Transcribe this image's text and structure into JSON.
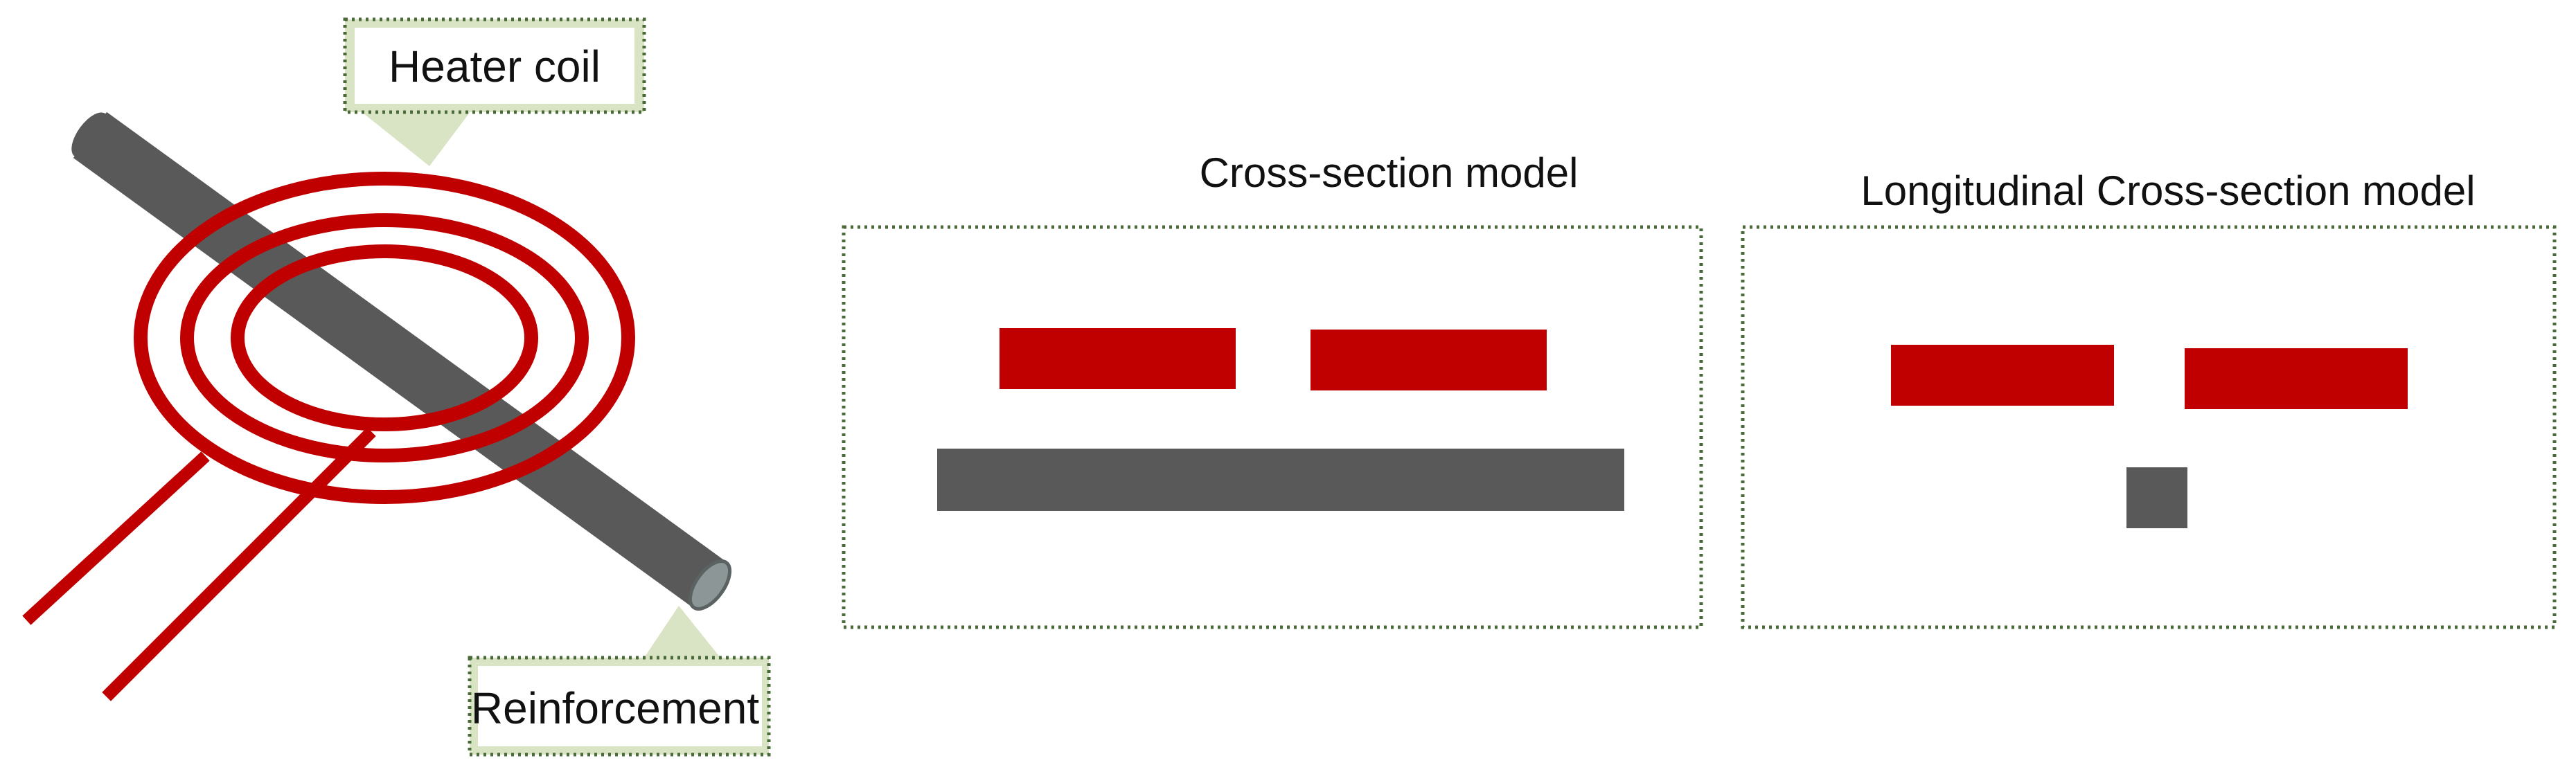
{
  "callouts": {
    "heater_coil": "Heater coil",
    "reinforcement": "Reinforcement"
  },
  "panels": {
    "cross_section": {
      "title": "Cross-section model"
    },
    "longitudinal": {
      "title": "Longitudinal Cross-section model"
    }
  },
  "colors": {
    "coil_red": "#c00000",
    "rebar_gray": "#595959",
    "callout_fill": "#d9e4c4",
    "dotted_border": "#4a6a3a"
  }
}
